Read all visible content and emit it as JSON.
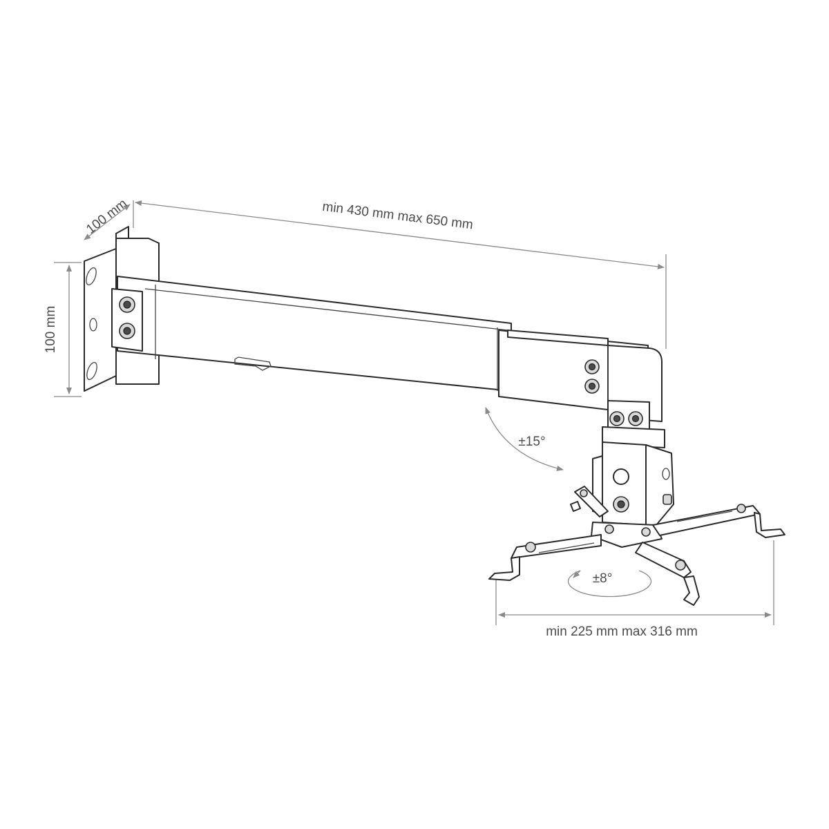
{
  "diagram": {
    "dimensions": {
      "arm_length": "min 430 mm  max 650 mm",
      "wall_plate_depth": "100 mm",
      "wall_plate_height": "100 mm",
      "bracket_span": "min 225 mm max 316 mm"
    },
    "adjustments": {
      "tilt": "±15°",
      "swivel": "±8°"
    },
    "colors": {
      "line": "#2a2a2a",
      "dimension_line": "#8a8a8a",
      "label": "#4a4a4a"
    }
  }
}
